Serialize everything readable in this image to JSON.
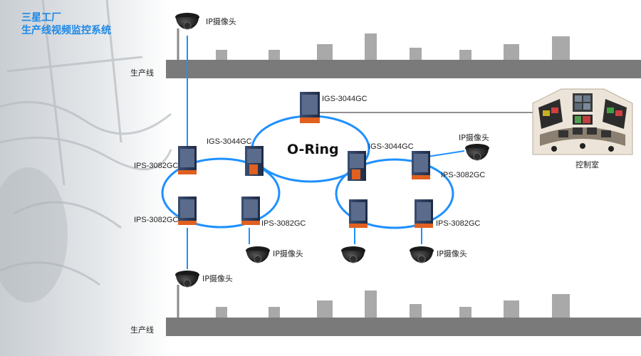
{
  "title": {
    "line1": "三星工厂",
    "line2": "生产线视频监控系统"
  },
  "labels": {
    "production_line": "生产线",
    "ring": "O-Ring",
    "camera": "IP摄像头",
    "control_room": "控制室",
    "igs_model": "IGS-3044GC",
    "ips_model": "IPS-3082GC"
  },
  "colors": {
    "accent": "#1e88e5",
    "ring": "#1e90ff",
    "line_bar": "#7a7a7a",
    "switch_body": "#2a3a5a",
    "switch_accent": "#e06020"
  },
  "icons": {
    "switch": "industrial-switch-icon",
    "camera": "dome-camera-icon",
    "control_room": "control-room-icon"
  }
}
